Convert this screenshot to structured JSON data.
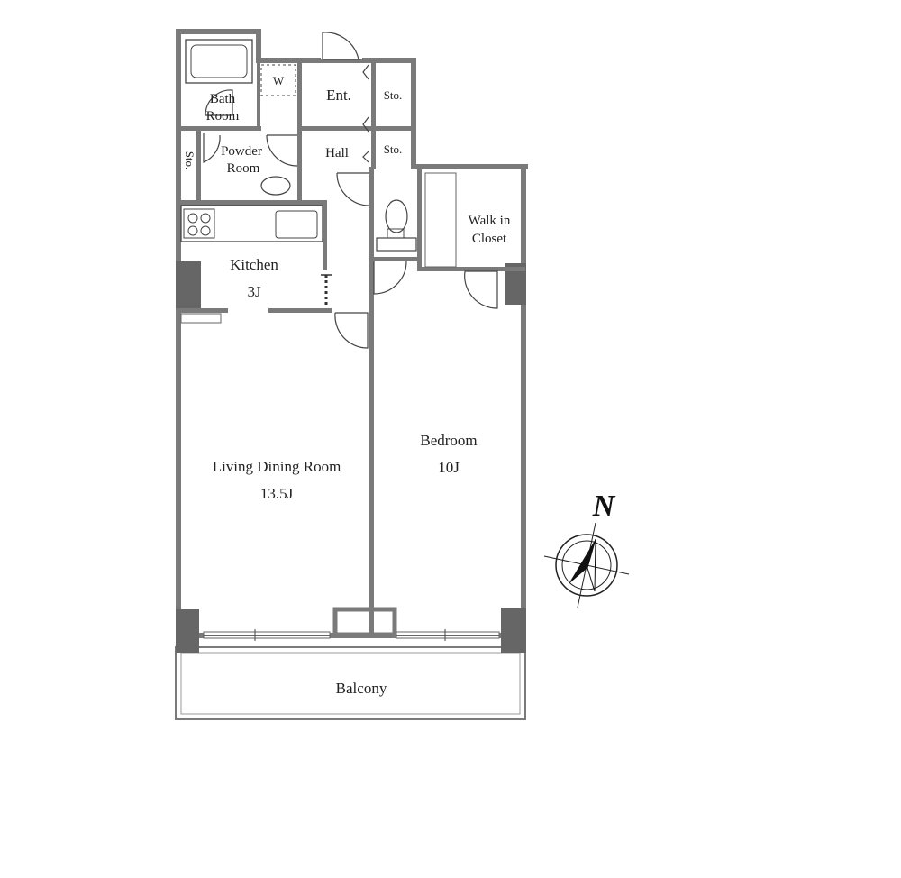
{
  "rooms": {
    "bath": [
      "Bath",
      "Room"
    ],
    "washer": "W",
    "ent": "Ent.",
    "sto_top": "Sto.",
    "sto_mid": "Sto.",
    "sto_left": "Sto.",
    "powder": [
      "Powder",
      "Room"
    ],
    "hall": "Hall",
    "walkin": [
      "Walk in",
      "Closet"
    ],
    "kitchen": [
      "Kitchen",
      "3J"
    ],
    "living": [
      "Living Dining Room",
      "13.5J"
    ],
    "bedroom": [
      "Bedroom",
      "10J"
    ],
    "balcony": "Balcony"
  },
  "compass": {
    "label": "N"
  }
}
